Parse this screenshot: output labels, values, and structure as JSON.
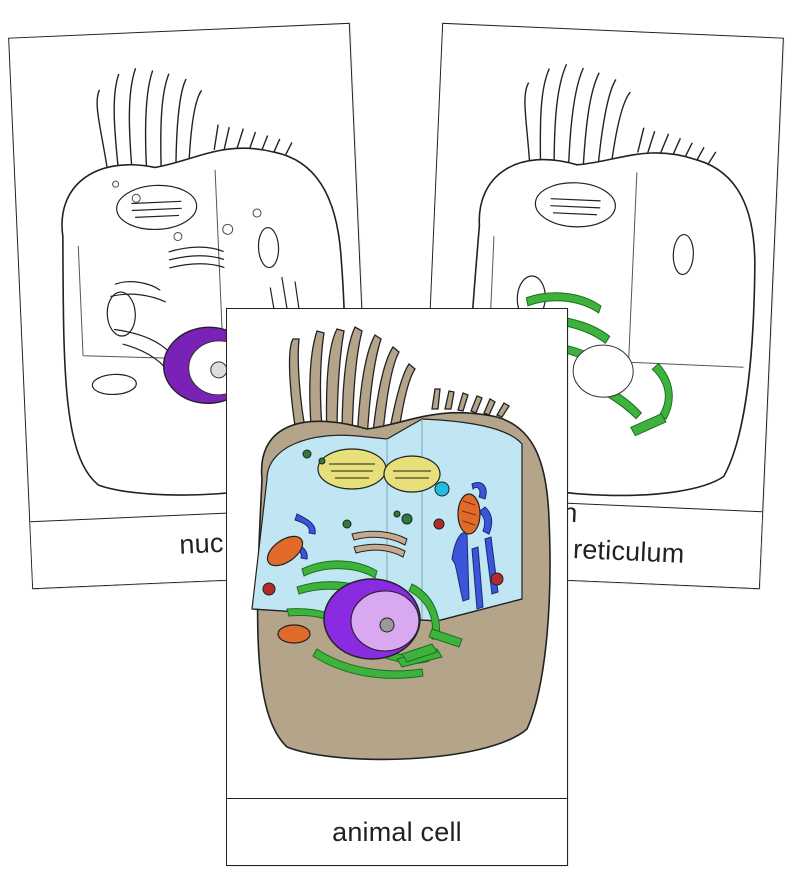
{
  "cards": {
    "back_left": {
      "label": "nuc"
    },
    "back_right": {
      "label_line1": "ugh",
      "label_line2": "nic reticulum"
    },
    "front": {
      "label": "animal cell"
    }
  },
  "colors": {
    "cytoplasm": "#bfe6f2",
    "membrane": "#b4a48a",
    "nucleus": "#8a2be2",
    "nucleoplasm": "#d8a9f0",
    "rough_er": "#3db33d",
    "golgi": "#3a55d8",
    "mitochondria": "#e06a2a",
    "vesicle": "#b22a2a",
    "chloroplast_like": "#e6df7a"
  }
}
